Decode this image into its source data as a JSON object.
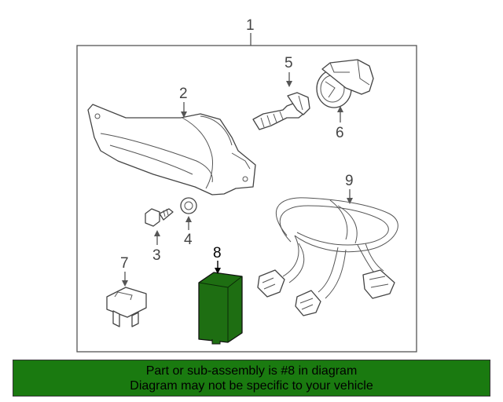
{
  "diagram": {
    "callouts": {
      "c1": "1",
      "c2": "2",
      "c3": "3",
      "c4": "4",
      "c5": "5",
      "c6": "6",
      "c7": "7",
      "c8": "8",
      "c9": "9"
    },
    "highlight_part": "8"
  },
  "banner": {
    "line1": "Part or sub-assembly is #8 in diagram",
    "line2": "Diagram may not be specific to your vehicle"
  },
  "colors": {
    "highlight": "#1e6e12",
    "banner_bg": "#1a7a10",
    "line": "#555555"
  }
}
